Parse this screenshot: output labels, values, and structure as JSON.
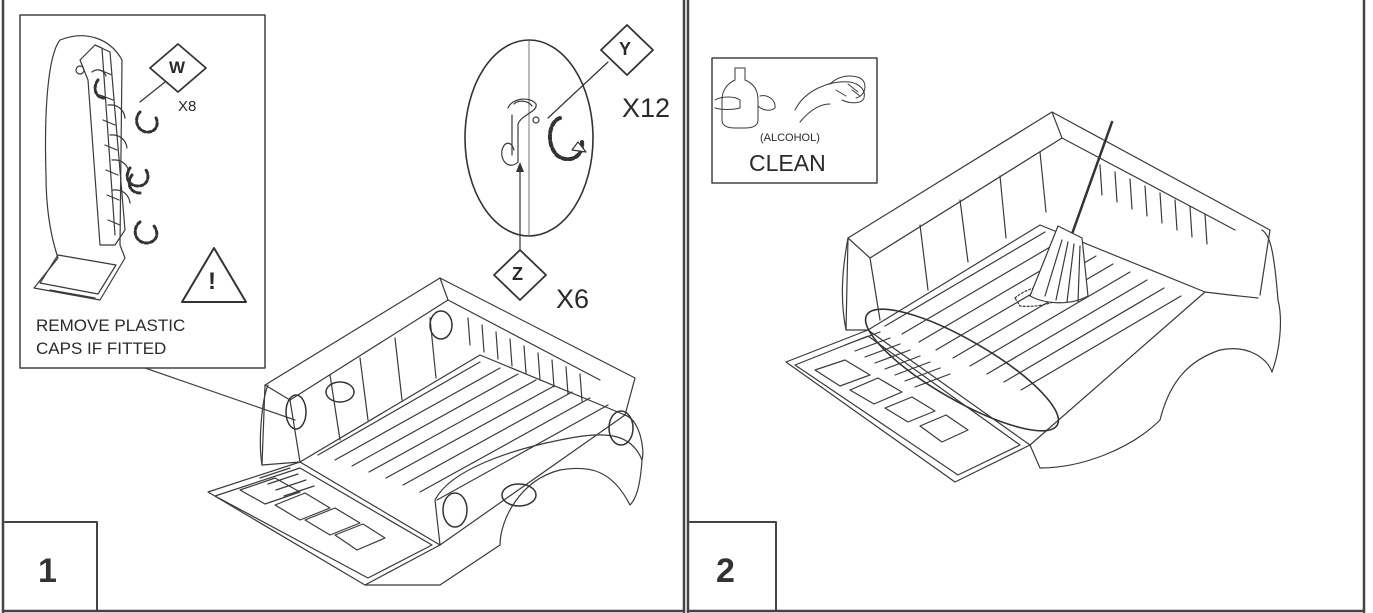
{
  "panels": [
    {
      "number": "1",
      "inset": {
        "fastener_tag": "W",
        "fastener_qty": "X8",
        "caution_text_line1": "REMOVE PLASTIC",
        "caution_text_line2": "CAPS IF FITTED"
      },
      "detail": {
        "tag_y": "Y",
        "qty_y": "X12",
        "tag_z": "Z",
        "qty_z": "X6"
      }
    },
    {
      "number": "2",
      "inset": {
        "sub_label": "(ALCOHOL)",
        "action_label": "CLEAN"
      }
    }
  ]
}
